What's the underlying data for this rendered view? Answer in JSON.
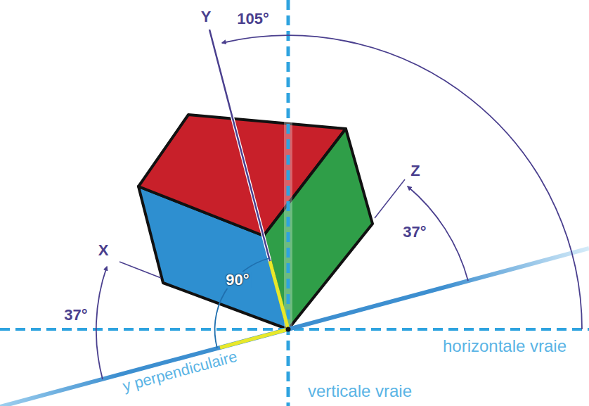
{
  "diagram": {
    "labels": [
      "Y",
      "105°",
      "Z",
      "37°",
      "X",
      "90°",
      "37°",
      "horizontale vraie",
      "y perpendiculaire",
      "verticale vraie"
    ]
  }
}
